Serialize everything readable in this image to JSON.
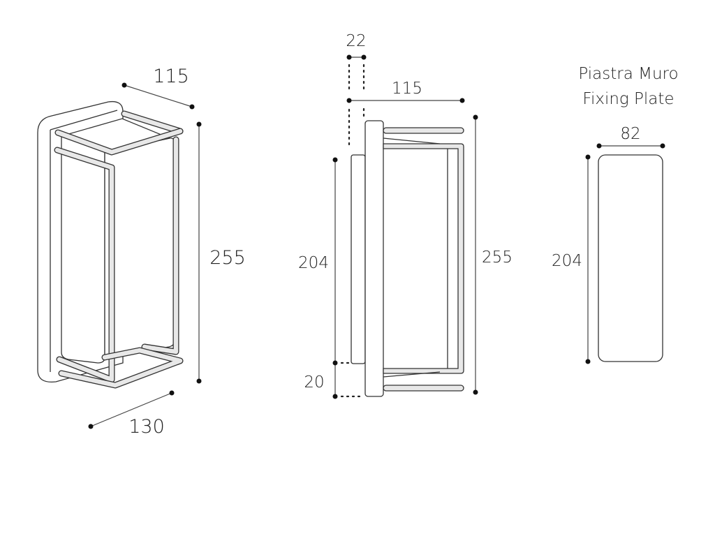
{
  "perspective_view": {
    "depth": "115",
    "height": "255",
    "width": "130"
  },
  "side_view": {
    "plate_thickness": "22",
    "depth": "115",
    "plate_height": "204",
    "offset": "20",
    "height": "255"
  },
  "fixing_plate": {
    "title_it": "Piastra Muro",
    "title_en": "Fixing Plate",
    "width": "82",
    "height": "204"
  }
}
